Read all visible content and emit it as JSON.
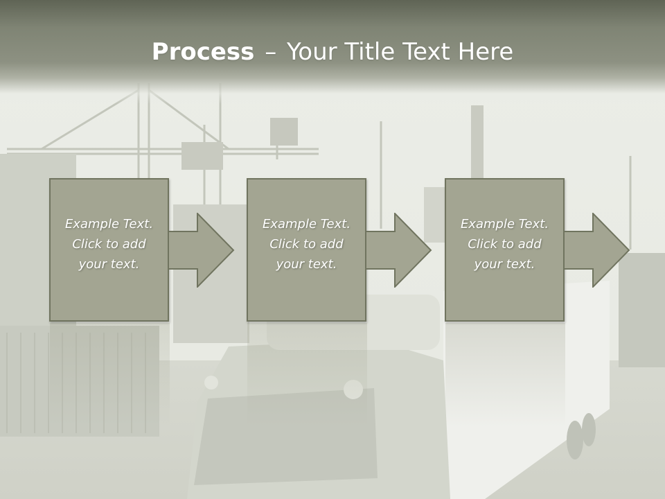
{
  "slide": {
    "title_bold": "Process",
    "title_dash": "–",
    "title_rest": "Your Title Text Here"
  },
  "steps": [
    {
      "text": "Example Text.\nClick  to add\nyour text."
    },
    {
      "text": "Example Text.\nClick  to add\nyour text."
    },
    {
      "text": "Example Text.\nClick  to add\nyour text."
    }
  ],
  "colors": {
    "title_band": "#7f8474",
    "box_fill": "#a3a592",
    "box_border": "#70745f",
    "text": "#ffffff"
  },
  "background_image": "port with cargo containers, cranes and a truck (faded grey tone)"
}
